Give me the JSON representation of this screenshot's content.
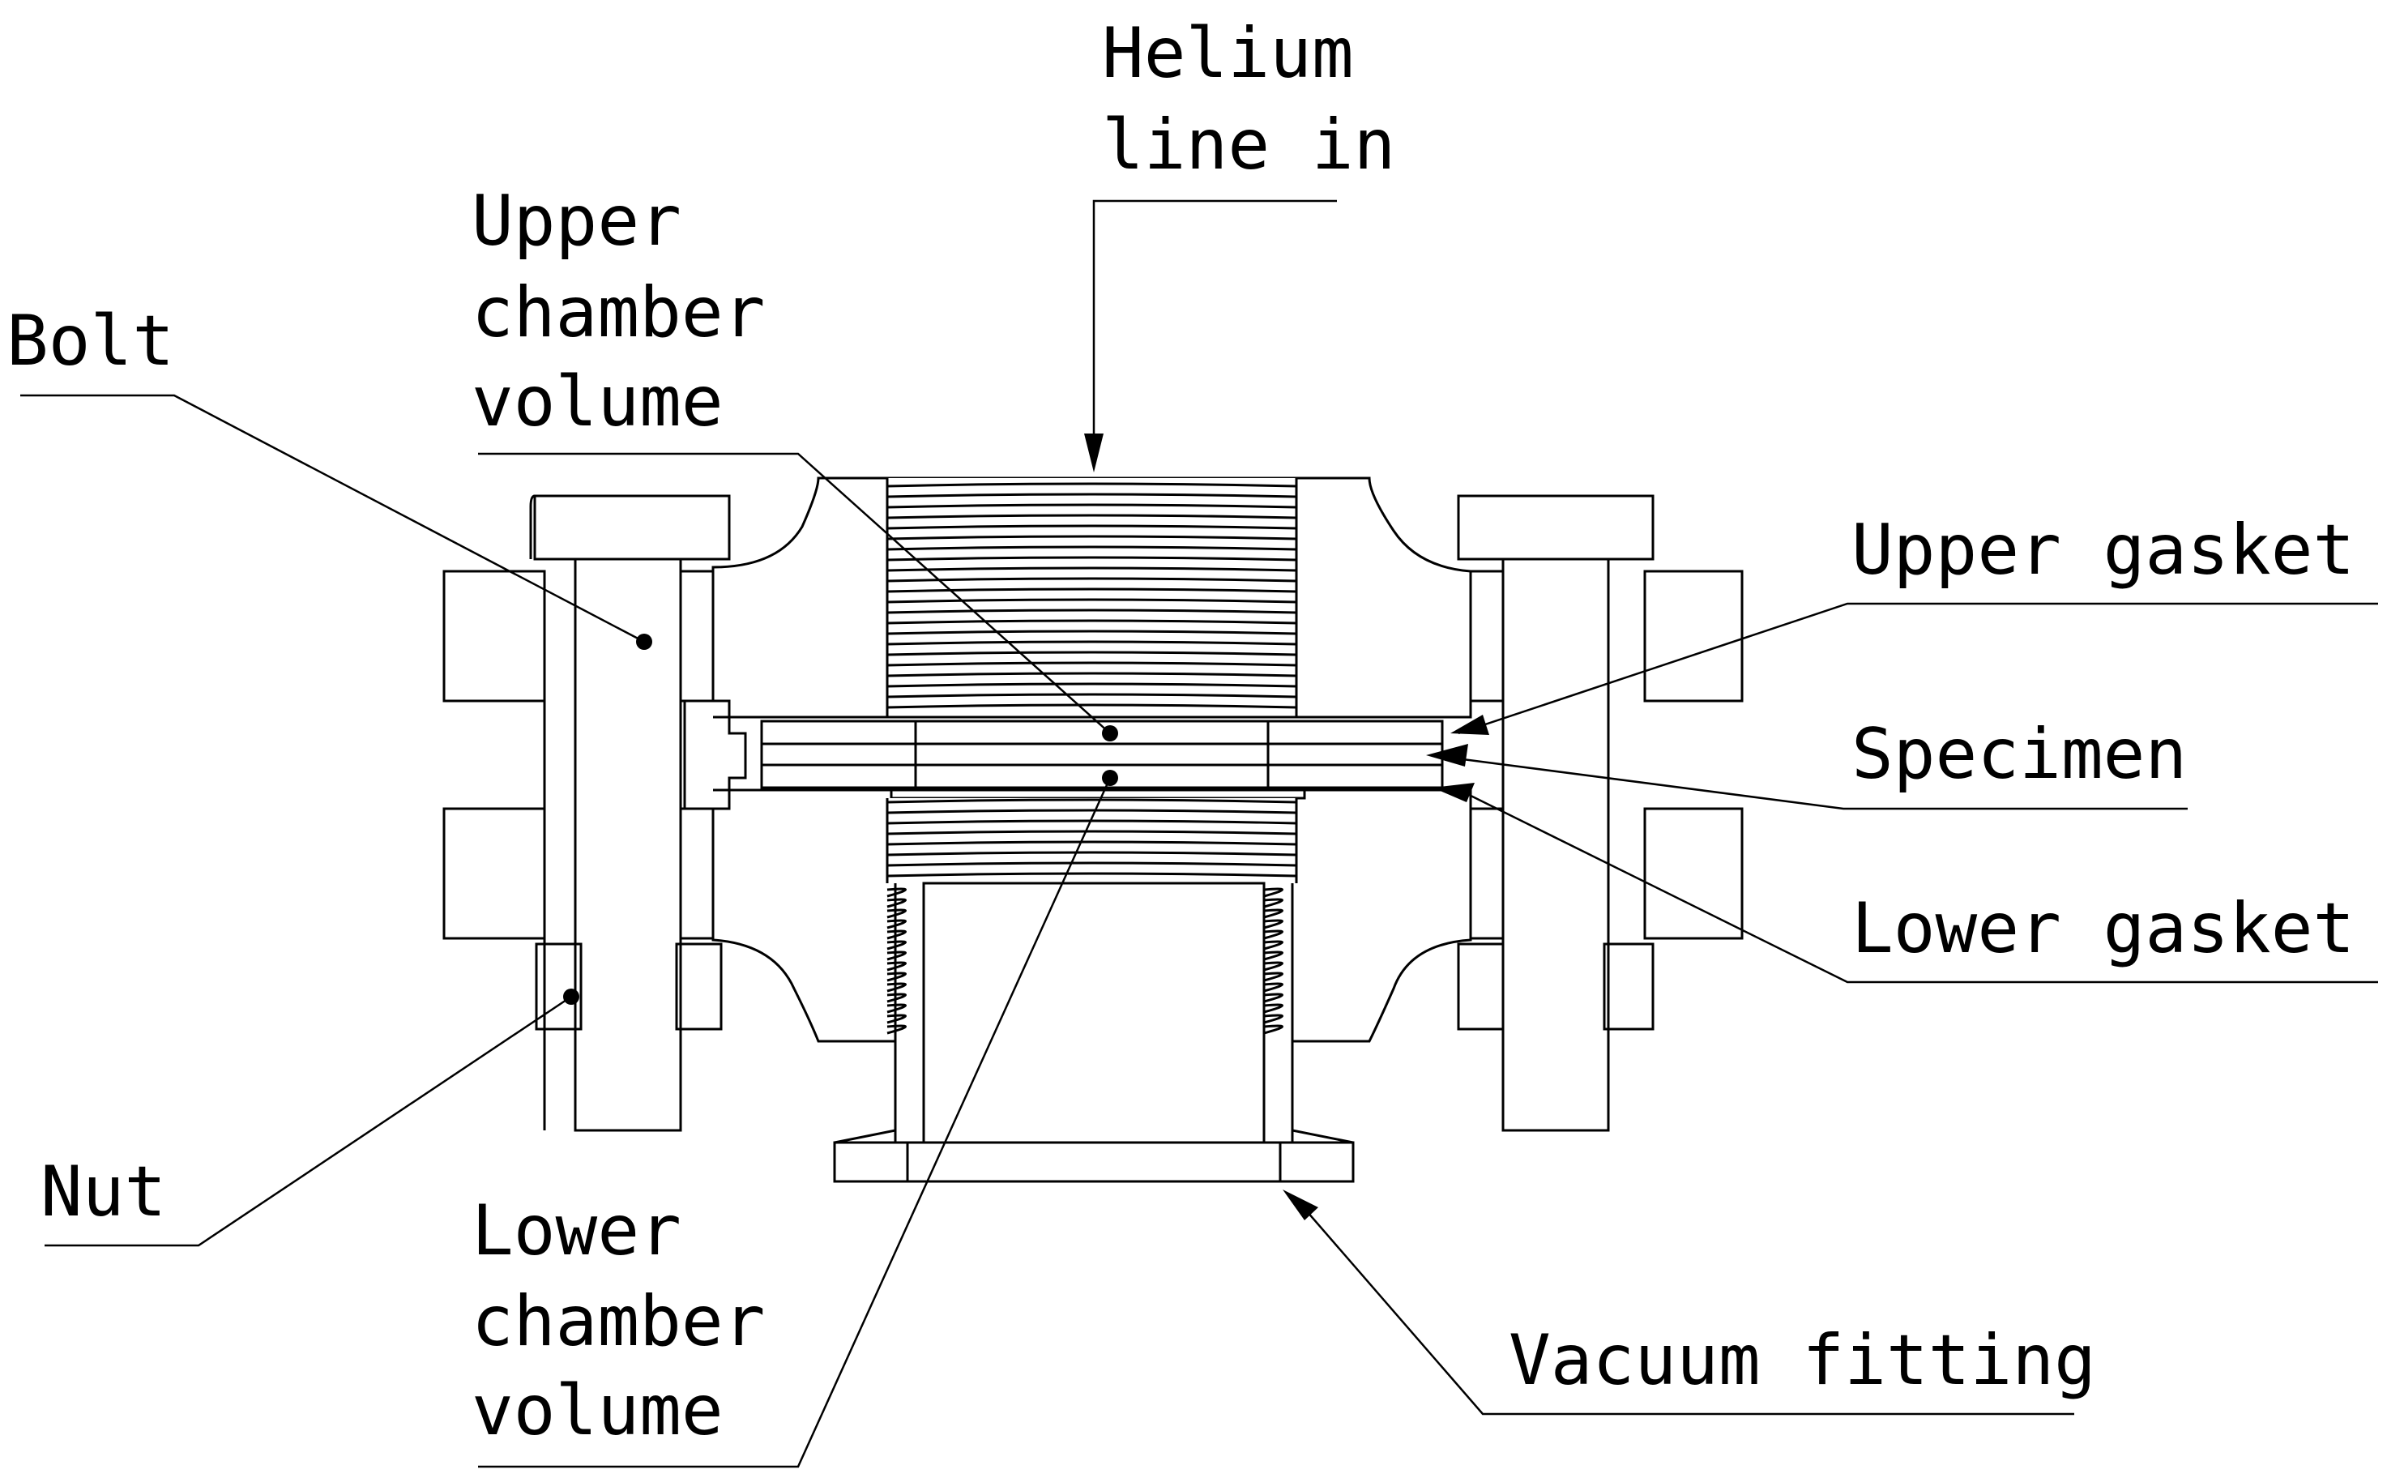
{
  "colors": {
    "line": "#000000",
    "background": "#ffffff"
  },
  "labels": {
    "helium_1": "Helium",
    "helium_2": "line in",
    "upper_chamber_1": "Upper",
    "upper_chamber_2": "chamber",
    "upper_chamber_3": "volume",
    "bolt": "Bolt",
    "upper_gasket": "Upper gasket",
    "specimen": "Specimen",
    "lower_gasket": "Lower gasket",
    "nut": "Nut",
    "lower_chamber_1": "Lower",
    "lower_chamber_2": "chamber",
    "lower_chamber_3": "volume",
    "vacuum_fitting": "Vacuum fitting"
  }
}
